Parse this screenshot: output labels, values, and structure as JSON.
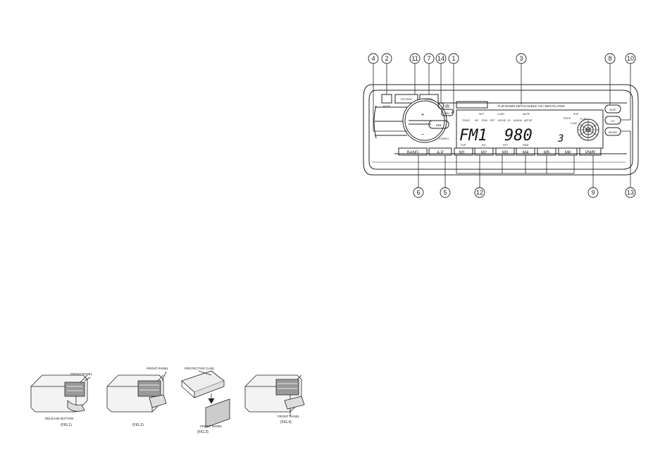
{
  "callouts": [
    "4",
    "2",
    "11",
    "7",
    "14",
    "1",
    "3",
    "8",
    "10",
    "6",
    "5",
    "12",
    "9",
    "13"
  ],
  "radio": {
    "header_text": "FLIP DOWN DETACHABLE CD / MP3 PLAYER",
    "top_buttons": [
      "ROTATE",
      "OPEN",
      "MUTE"
    ],
    "ir_label": "IR",
    "rel_label": "REL",
    "sel_label": "SEL",
    "volume_plus": "+",
    "volume_minus": "−",
    "brand_text": "STEREO",
    "right_buttons": [
      "DISP",
      "LIT",
      "MODE"
    ],
    "lcd": {
      "icons_row1": [
        "SHT",
        "LOUD",
        "MUTE"
      ],
      "icons_row2": [
        "TRACK",
        "INT",
        "RDM",
        "RPT",
        "MOVIE",
        "CD",
        "ALBUM",
        "ARTIST"
      ],
      "band": "FM1",
      "frequency": "980",
      "preset": "3",
      "eq_labels": [
        "POP",
        "ROCK",
        "FLAT",
        "CLAS"
      ]
    },
    "preset_labels": [
      "TOP",
      "INT",
      "RPT",
      "RDM"
    ],
    "bottom_buttons": [
      "BAND",
      "A.P",
      "M1",
      "M2",
      "M3",
      "M4",
      "M5",
      "M6",
      "PWR"
    ]
  },
  "figures": [
    {
      "label_a": "FRONT PANEL",
      "label_b": "RELEASE BUTTON",
      "caption": "(FIG.1)"
    },
    {
      "label_a": "FRONT PANEL",
      "label_b": "",
      "caption": "(FIG.2)"
    },
    {
      "label_a": "PROTECTIVE CASE",
      "label_b": "FRONT PANEL",
      "caption": "(FIG.3)"
    },
    {
      "label_a": "FRONT PANEL",
      "label_b": "",
      "caption": "(FIG.4)"
    }
  ]
}
